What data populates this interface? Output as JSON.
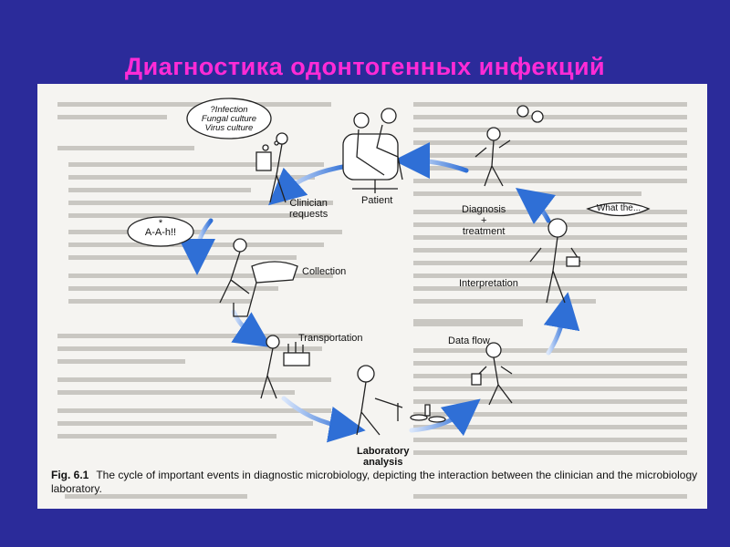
{
  "slide": {
    "title": "Диагностика одонтогенных инфекций"
  },
  "figure": {
    "caption_number": "Fig. 6.1",
    "caption_text": "The cycle of important events in diagnostic microbiology, depicting the interaction between the clinician and the microbiology laboratory.",
    "stages": {
      "patient": "Patient",
      "clinician_requests_1": "Clinician",
      "clinician_requests_2": "requests",
      "collection": "Collection",
      "transportation": "Transportation",
      "laboratory_analysis_1": "Laboratory",
      "laboratory_analysis_2": "analysis",
      "data_flow": "Data flow",
      "interpretation": "Interpretation",
      "diagnosis_1": "Diagnosis",
      "diagnosis_2": "+",
      "diagnosis_3": "treatment"
    },
    "bubbles": {
      "request_1": "?Infection",
      "request_2": "Fungal culture",
      "request_3": "Virus culture",
      "collection_1": "*",
      "collection_2": "A-A-h!!",
      "interpretation": "What the..."
    },
    "colors": {
      "slide_background": "#2b2b9a",
      "title": "#ff2bd6",
      "arrow": "#2f6fd6",
      "page": "#f5f4f1"
    }
  }
}
